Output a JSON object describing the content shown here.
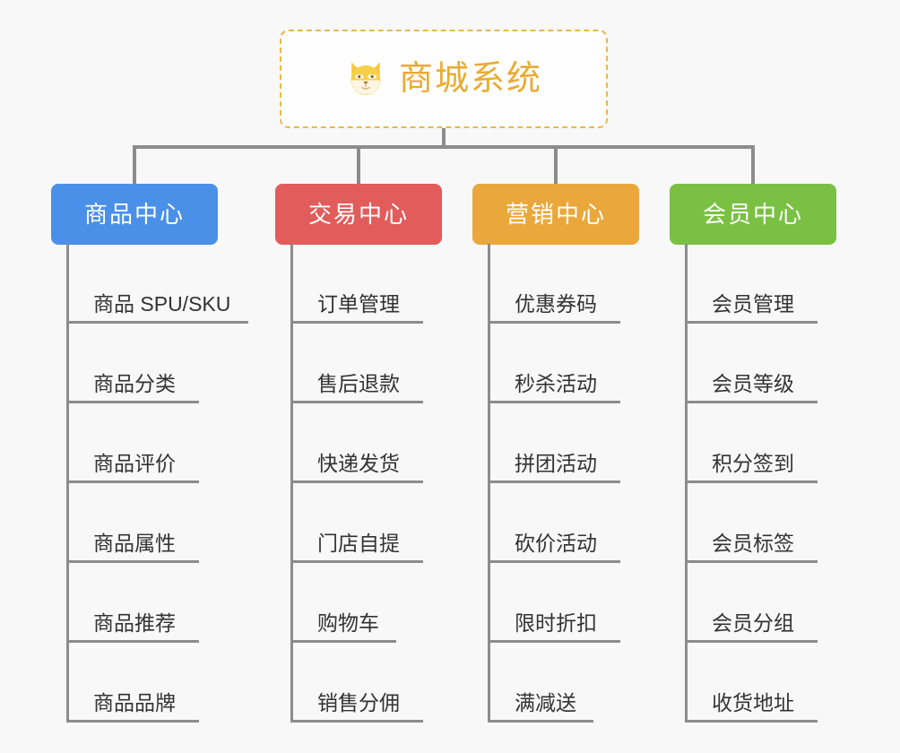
{
  "page": {
    "background_color": "#f8f8f8",
    "title": "商城系统"
  },
  "root": {
    "label": "商城系统",
    "icon": "shiba-dog-icon",
    "text_color": "#e9ab33",
    "border_color": "#e8b84b",
    "fill_color": "#fefefe"
  },
  "connector": {
    "color": "#8c8c8c"
  },
  "branches": [
    {
      "label": "商品中心",
      "color": "#4a90e8",
      "leaves": [
        "商品 SPU/SKU",
        "商品分类",
        "商品评价",
        "商品属性",
        "商品推荐",
        "商品品牌"
      ]
    },
    {
      "label": "交易中心",
      "color": "#e25c5c",
      "leaves": [
        "订单管理",
        "售后退款",
        "快递发货",
        "门店自提",
        "购物车",
        "销售分佣"
      ]
    },
    {
      "label": "营销中心",
      "color": "#eaa83c",
      "leaves": [
        "优惠券码",
        "秒杀活动",
        "拼团活动",
        "砍价活动",
        "限时折扣",
        "满减送"
      ]
    },
    {
      "label": "会员中心",
      "color": "#7ac143",
      "leaves": [
        "会员管理",
        "会员等级",
        "积分签到",
        "会员标签",
        "会员分组",
        "收货地址"
      ]
    }
  ]
}
